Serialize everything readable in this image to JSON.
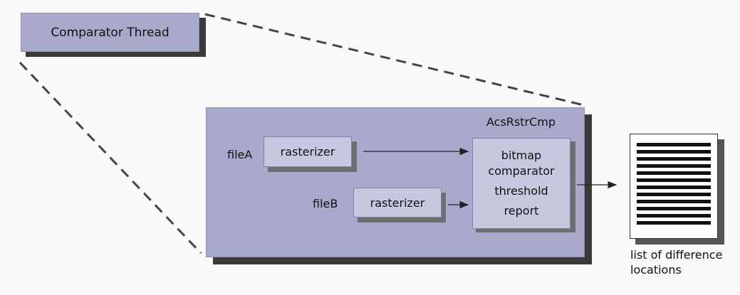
{
  "thread": {
    "title": "Comparator Thread"
  },
  "container": {
    "title": "AcsRstrCmp"
  },
  "inputs": [
    {
      "file": "fileA",
      "rasterizer": "rasterizer"
    },
    {
      "file": "fileB",
      "rasterizer": "rasterizer"
    }
  ],
  "comparator": {
    "line1": "bitmap",
    "line2": "comparator",
    "line3": "threshold",
    "line4": "report"
  },
  "output": {
    "caption_line1": "list of difference",
    "caption_line2": "locations",
    "line_count": 12
  },
  "colors": {
    "lavender": "#a9a9cc",
    "inner": "#c7c7e0",
    "shadow": "#3a3a3a",
    "dashed": "#444444"
  }
}
